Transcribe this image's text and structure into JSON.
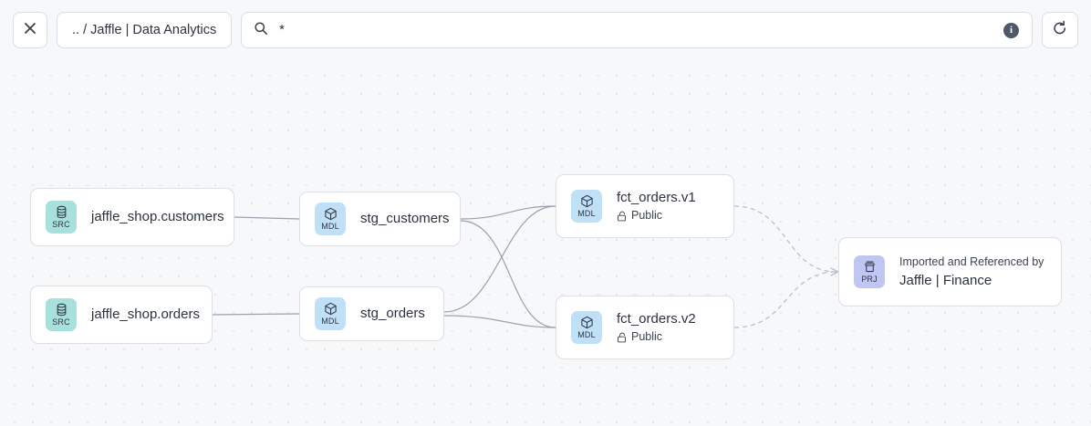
{
  "toolbar": {
    "close_icon": "close-icon",
    "breadcrumb": ".. / Jaffle | Data Analytics",
    "search": {
      "icon": "search-icon",
      "value": "*",
      "placeholder": ""
    },
    "info_icon_label": "i",
    "refresh_icon": "refresh-icon"
  },
  "graph": {
    "nodes": [
      {
        "id": "src-customers",
        "badge": "SRC",
        "icon": "database-icon",
        "title": "jaffle_shop.customers",
        "subtitle": "",
        "lock": ""
      },
      {
        "id": "src-orders",
        "badge": "SRC",
        "icon": "database-icon",
        "title": "jaffle_shop.orders",
        "subtitle": "",
        "lock": ""
      },
      {
        "id": "mdl-stg-customers",
        "badge": "MDL",
        "icon": "cube-icon",
        "title": "stg_customers",
        "subtitle": "",
        "lock": ""
      },
      {
        "id": "mdl-stg-orders",
        "badge": "MDL",
        "icon": "cube-icon",
        "title": "stg_orders",
        "subtitle": "",
        "lock": ""
      },
      {
        "id": "mdl-fct-orders-v1",
        "badge": "MDL",
        "icon": "cube-icon",
        "title": "fct_orders.v1",
        "subtitle": "Public",
        "lock": "unlock-icon"
      },
      {
        "id": "mdl-fct-orders-v2",
        "badge": "MDL",
        "icon": "cube-icon",
        "title": "fct_orders.v2",
        "subtitle": "Public",
        "lock": "unlock-icon"
      },
      {
        "id": "prj-jaffle-finance",
        "badge": "PRJ",
        "icon": "archive-icon",
        "title": "Jaffle | Finance",
        "subtitle": "Imported and Referenced by",
        "lock": ""
      }
    ],
    "edge_style": {
      "solid_color": "#9aa1ad",
      "dashed_color": "#b9bec8"
    }
  },
  "colors": {
    "src_badge": "#a8e0dc",
    "mdl_badge": "#bfe0f7",
    "prj_badge": "#bfc6f2",
    "canvas_bg": "#f6f8fa",
    "node_bg": "#ffffff",
    "node_border": "#dcdfe6",
    "info_icon": "#4d5868"
  }
}
